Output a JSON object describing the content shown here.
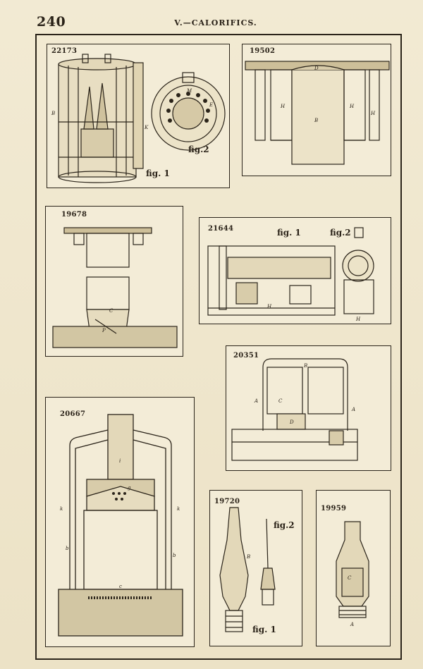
{
  "header": {
    "page_number": "240",
    "running_head": "V.—CALORIFICS."
  },
  "panels": [
    {
      "id": "22173",
      "figures": [
        "fig. 1",
        "fig.2"
      ]
    },
    {
      "id": "19502",
      "figures": []
    },
    {
      "id": "19678",
      "figures": []
    },
    {
      "id": "21644",
      "figures": [
        "fig. 1",
        "fig.2"
      ]
    },
    {
      "id": "20351",
      "figures": []
    },
    {
      "id": "20667",
      "figures": []
    },
    {
      "id": "19720",
      "figures": [
        "fig.2",
        "fig. 1"
      ]
    },
    {
      "id": "19959",
      "figures": []
    }
  ],
  "colors": {
    "ink": "#2b241a",
    "paper": "#f3ecd7"
  }
}
